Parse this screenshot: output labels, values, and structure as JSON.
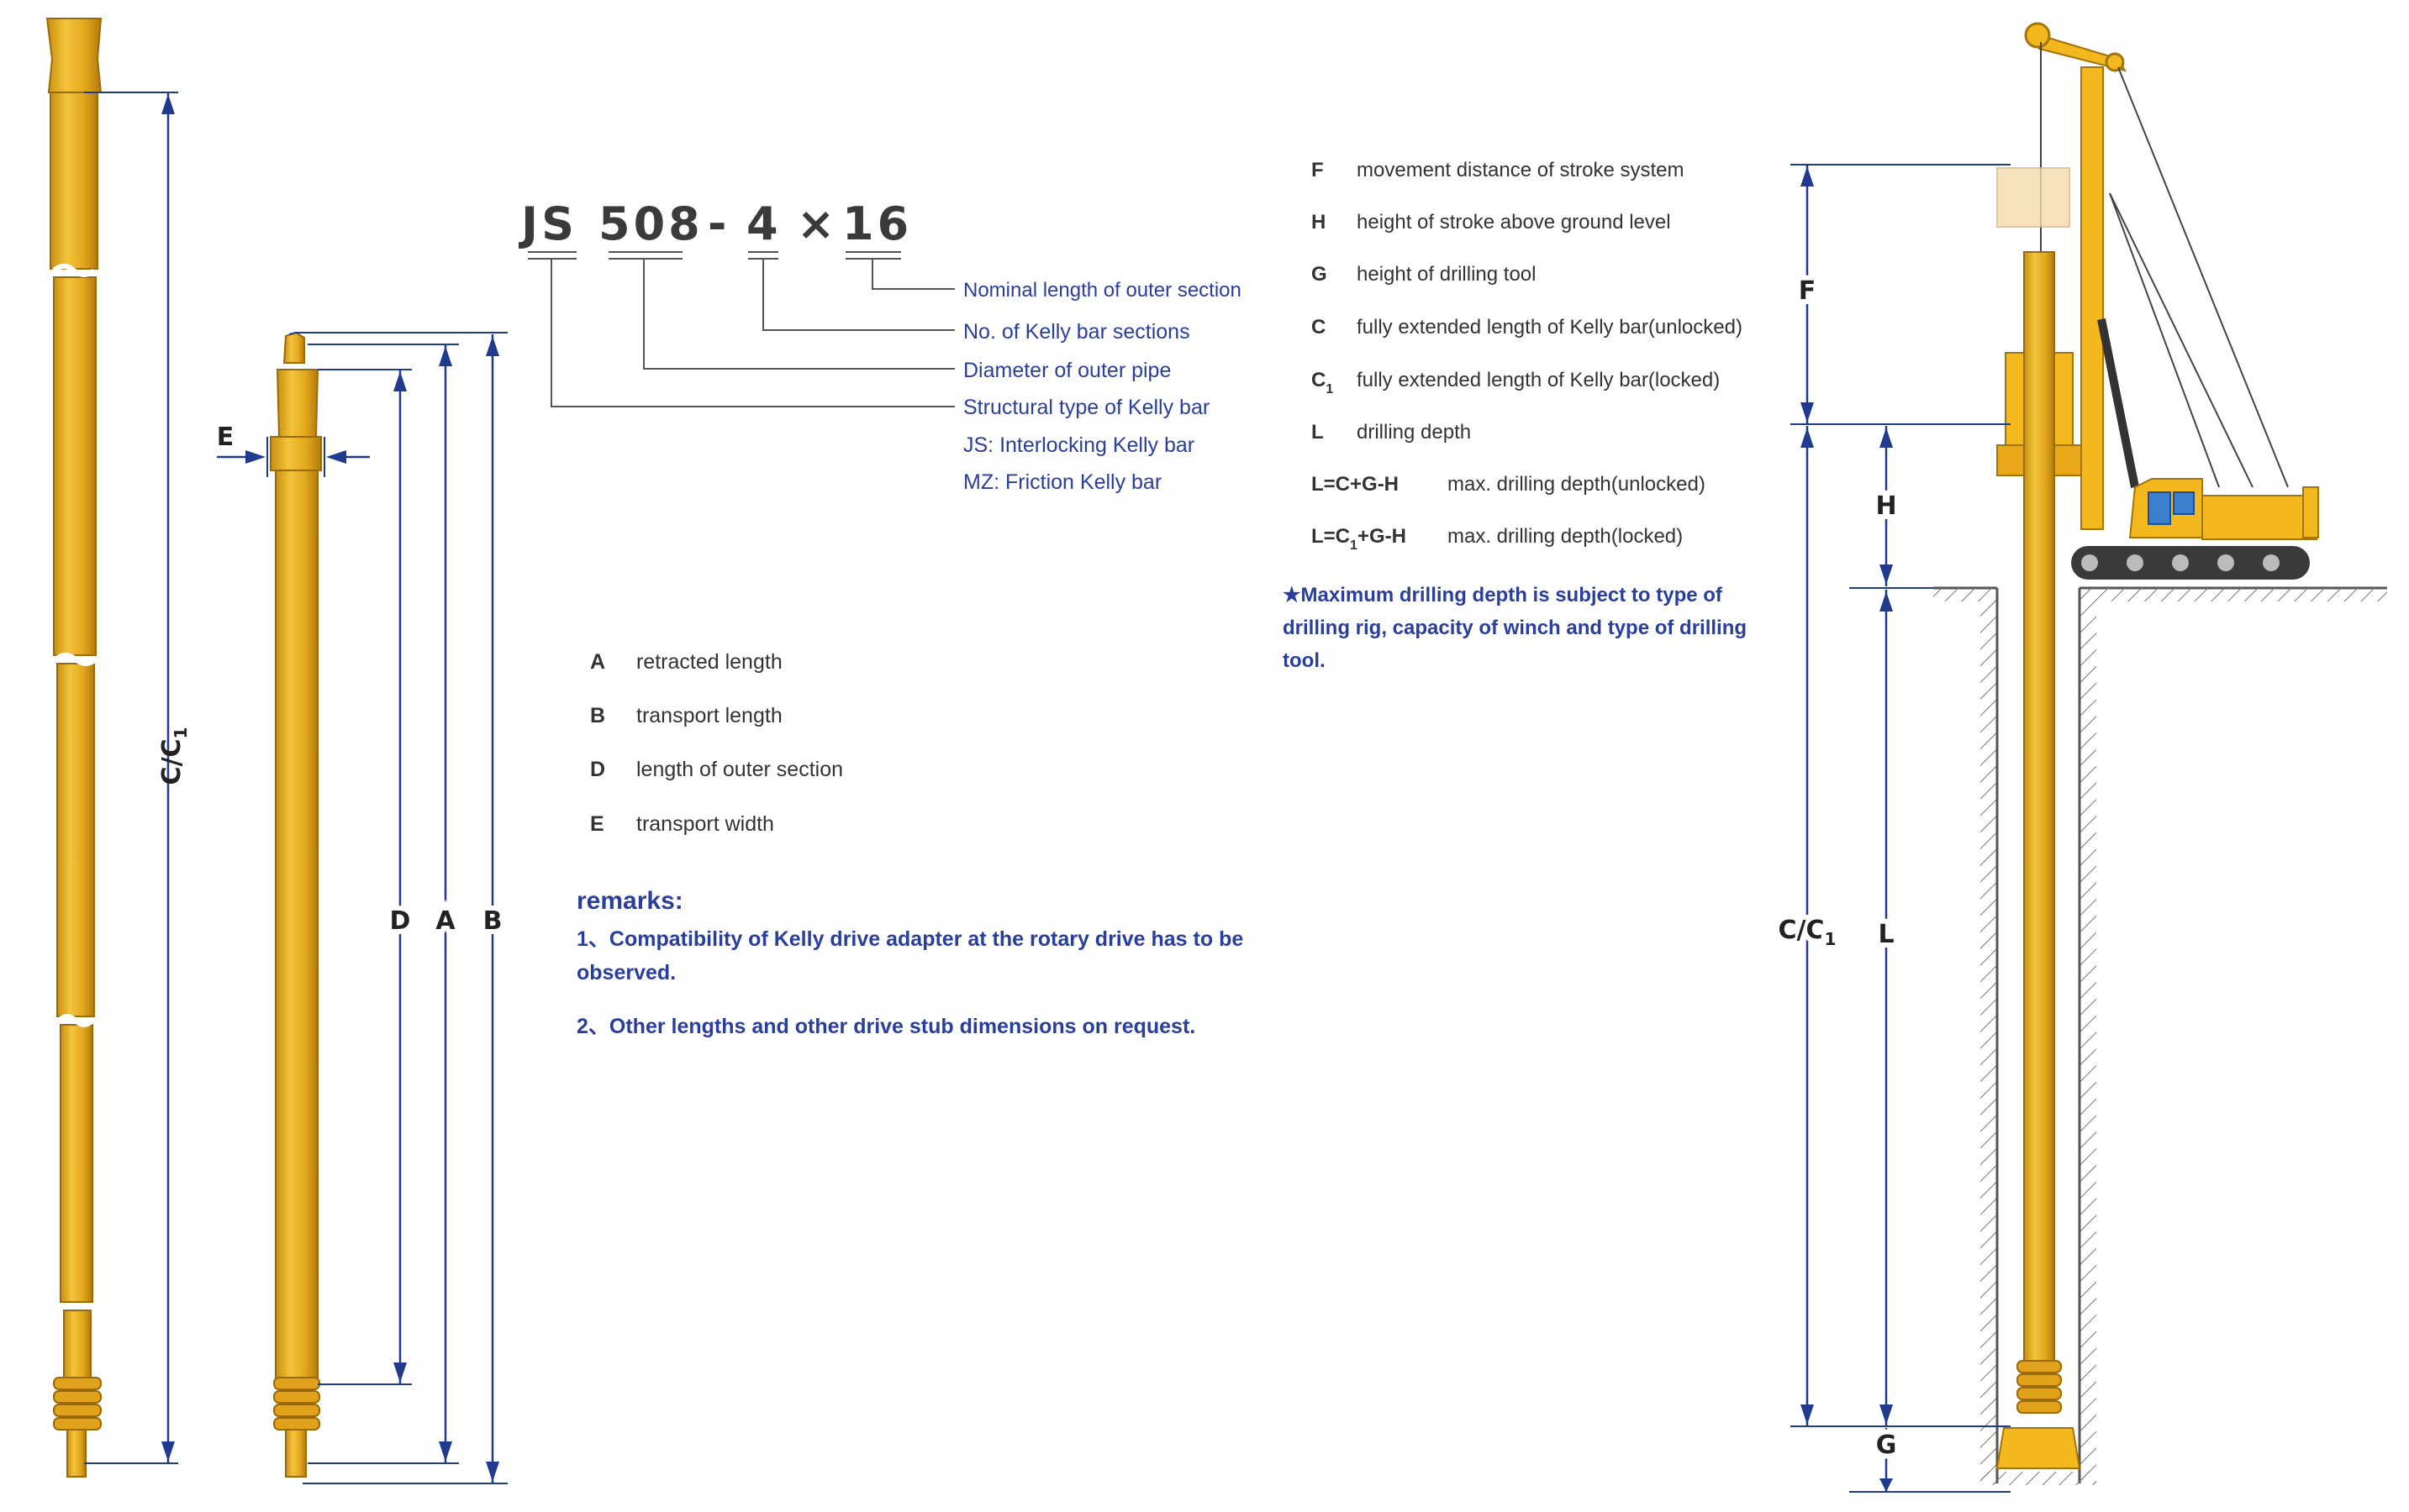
{
  "code": {
    "prefix": "JS",
    "diameter": "508",
    "dash": "-",
    "sections": "4",
    "times": "×",
    "length": "16"
  },
  "code_legend": [
    "Nominal length of outer section",
    "No. of Kelly bar sections",
    "Diameter of outer pipe",
    "Structural type of Kelly bar",
    "JS:  Interlocking Kelly bar",
    "MZ:  Friction Kelly bar"
  ],
  "left_legend": [
    {
      "key": "A",
      "text": "retracted length"
    },
    {
      "key": "B",
      "text": "transport length"
    },
    {
      "key": "D",
      "text": "length of outer section"
    },
    {
      "key": "E",
      "text": "transport width"
    }
  ],
  "remarks": {
    "title": "remarks:",
    "item1_line1": "1、Compatibility of Kelly drive adapter at the rotary drive has to be",
    "item1_line2": "observed.",
    "item2": "2、Other lengths and other drive stub dimensions on request."
  },
  "right_legend": [
    {
      "key": "F",
      "text": "movement distance of stroke system"
    },
    {
      "key": "H",
      "text": "height of stroke above ground level"
    },
    {
      "key": "G",
      "text": "height of drilling tool"
    },
    {
      "key": "C",
      "text": "fully extended length of Kelly bar(unlocked)"
    },
    {
      "key": "C",
      "sub": "1",
      "text": "fully extended length of Kelly bar(locked)"
    },
    {
      "key": "L",
      "text": "drilling depth"
    }
  ],
  "formulas": [
    {
      "pre": "L=C+G-H",
      "text": "max. drilling depth(unlocked)"
    },
    {
      "pre_a": "L=C",
      "sub": "1",
      "pre_b": "+G-H",
      "text": "max. drilling depth(locked)"
    }
  ],
  "note": {
    "line1": "★Maximum drilling depth is subject to type of",
    "line2": "drilling rig, capacity of winch and type of drilling",
    "line3": "tool."
  },
  "dims": {
    "c_main": "C/C",
    "c_sub": "1",
    "d": "D",
    "a": "A",
    "b": "B",
    "e": "E",
    "f": "F",
    "h": "H",
    "l": "L",
    "g": "G"
  },
  "colors": {
    "kelly_yellow": "#e8ae1f",
    "kelly_dark": "#b9820c",
    "dim_blue": "#1f3a8f",
    "text_blue": "#2a3f9c",
    "rig_yellow": "#f2b81e"
  }
}
